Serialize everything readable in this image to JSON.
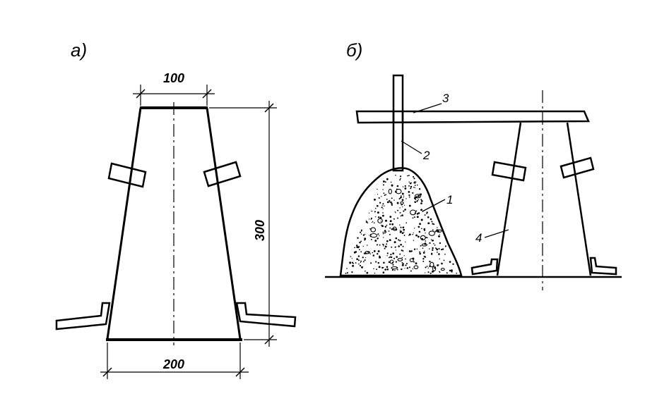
{
  "panels": {
    "a": {
      "label": "а)"
    },
    "b": {
      "label": "б)"
    }
  },
  "dimensions": {
    "top_width": "100",
    "bottom_width": "200",
    "height": "300"
  },
  "callouts": {
    "c1": "1",
    "c2": "2",
    "c3": "3",
    "c4": "4"
  }
}
